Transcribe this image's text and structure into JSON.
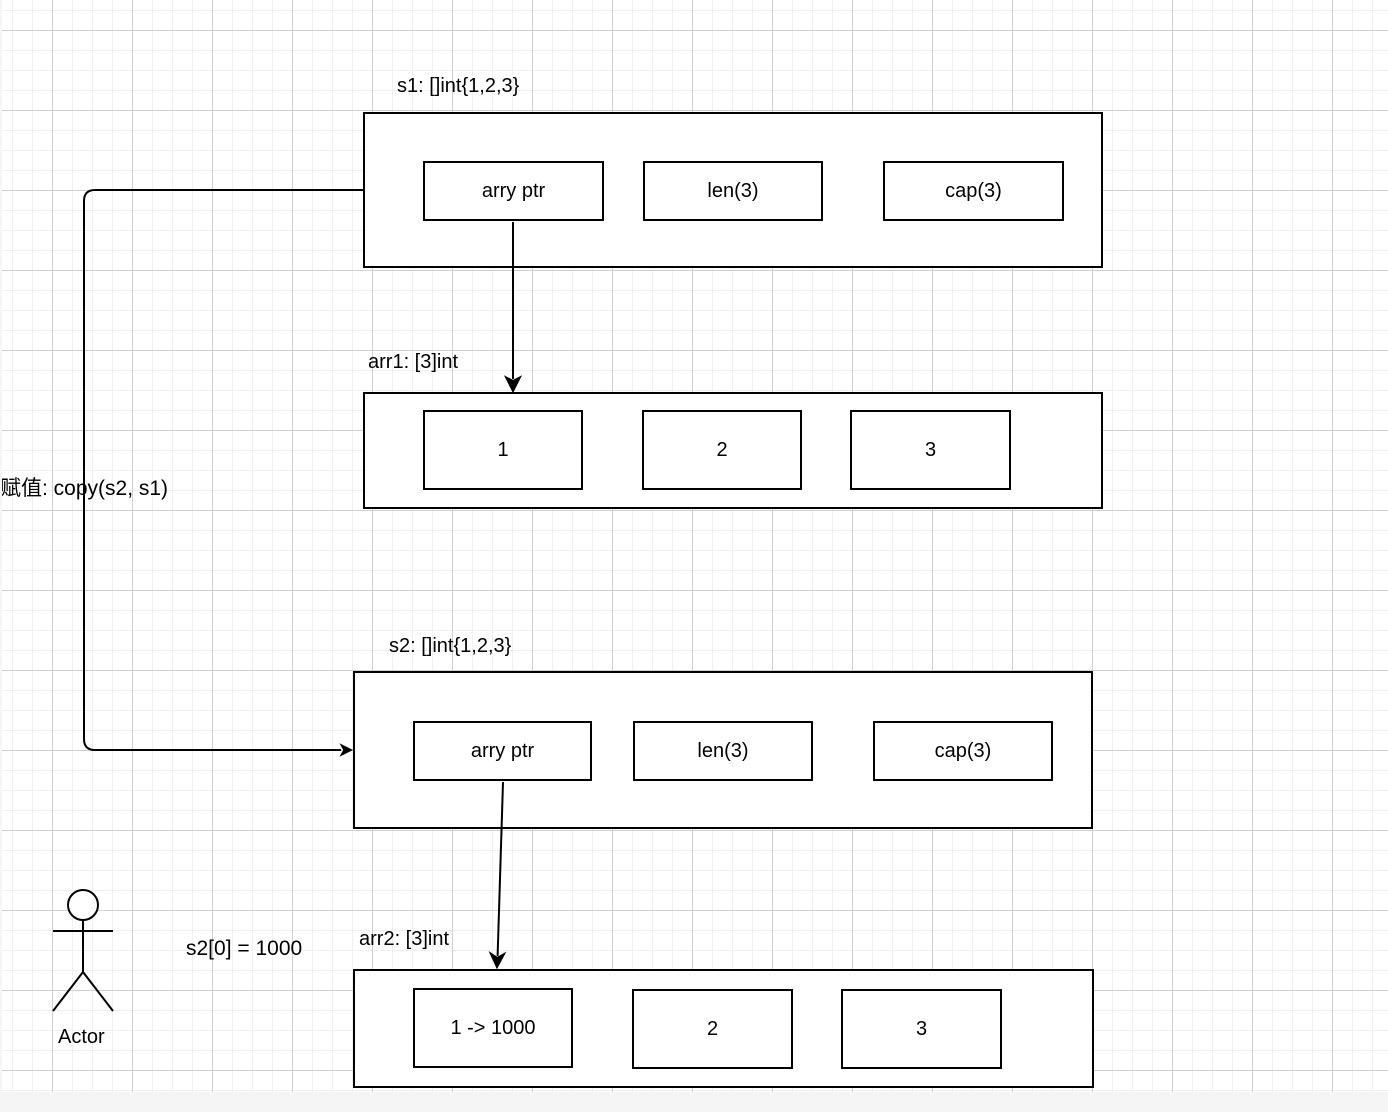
{
  "canvas": {
    "background": "#ffffff",
    "grid_minor_color": "#f0f0f0",
    "grid_major_color": "#d0d0d0",
    "stroke_color": "#000000",
    "page_edge_color": "#f5f5f6"
  },
  "s1": {
    "label": "s1: []int{1,2,3}",
    "fields": [
      "arry ptr",
      "len(3)",
      "cap(3)"
    ]
  },
  "arr1": {
    "label": "arr1: [3]int",
    "cells": [
      "1",
      "2",
      "3"
    ]
  },
  "s2": {
    "label": "s2: []int{1,2,3}",
    "fields": [
      "arry ptr",
      "len(3)",
      "cap(3)"
    ]
  },
  "arr2": {
    "label": "arr2: [3]int",
    "cells": [
      "1 -> 1000",
      "2",
      "3"
    ]
  },
  "annotations": {
    "copy_label": "赋值: copy(s2, s1)",
    "assign_label": "s2[0] = 1000"
  },
  "actor": {
    "label": "Actor"
  }
}
